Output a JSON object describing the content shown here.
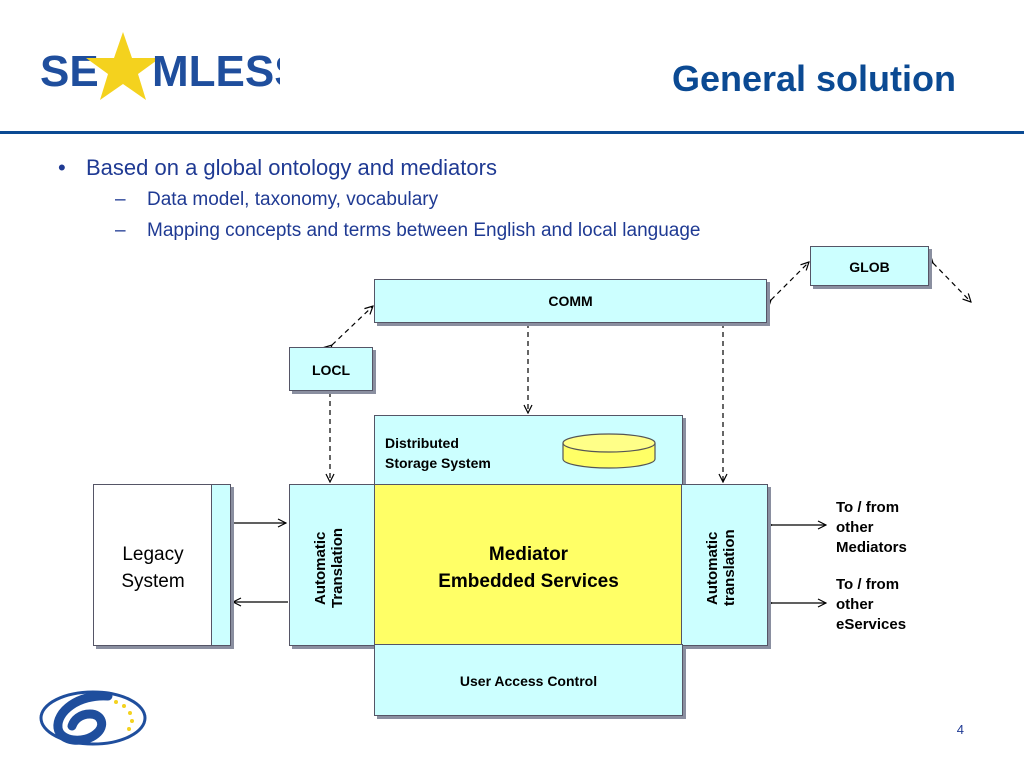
{
  "header": {
    "logo_text_left": "SE",
    "logo_text_right": "MLESS",
    "title": "General solution"
  },
  "bullets": {
    "main": "Based on a global ontology and mediators",
    "sub": [
      "Data model, taxonomy, vocabulary",
      "Mapping concepts and terms between English and local language"
    ]
  },
  "diagram": {
    "glob": "GLOB",
    "comm": "COMM",
    "locl": "LOCL",
    "storage": "Distributed Storage System",
    "storage_line1": "Distributed",
    "storage_line2": "Storage System",
    "legacy_line1": "Legacy",
    "legacy_line2": "System",
    "left_translation_line1": "Automatic",
    "left_translation_line2": "Translation",
    "right_translation_line1": "Automatic",
    "right_translation_line2": "translation",
    "mediator_line1": "Mediator",
    "mediator_line2": "Embedded Services",
    "user_access": "User Access Control",
    "mediators_note": [
      "To / from",
      "other",
      "Mediators"
    ],
    "eservices_note": [
      "To / from",
      "other",
      "eServices"
    ]
  },
  "footer": {
    "page_number": "4"
  },
  "colors": {
    "brand_blue": "#0b4a93",
    "star_yellow": "#f4d21e",
    "box_cyan": "#ccffff",
    "box_yellow": "#ffff66"
  },
  "icons": [
    "seamless-logo",
    "star-icon",
    "database-icon",
    "fp6-logo"
  ]
}
